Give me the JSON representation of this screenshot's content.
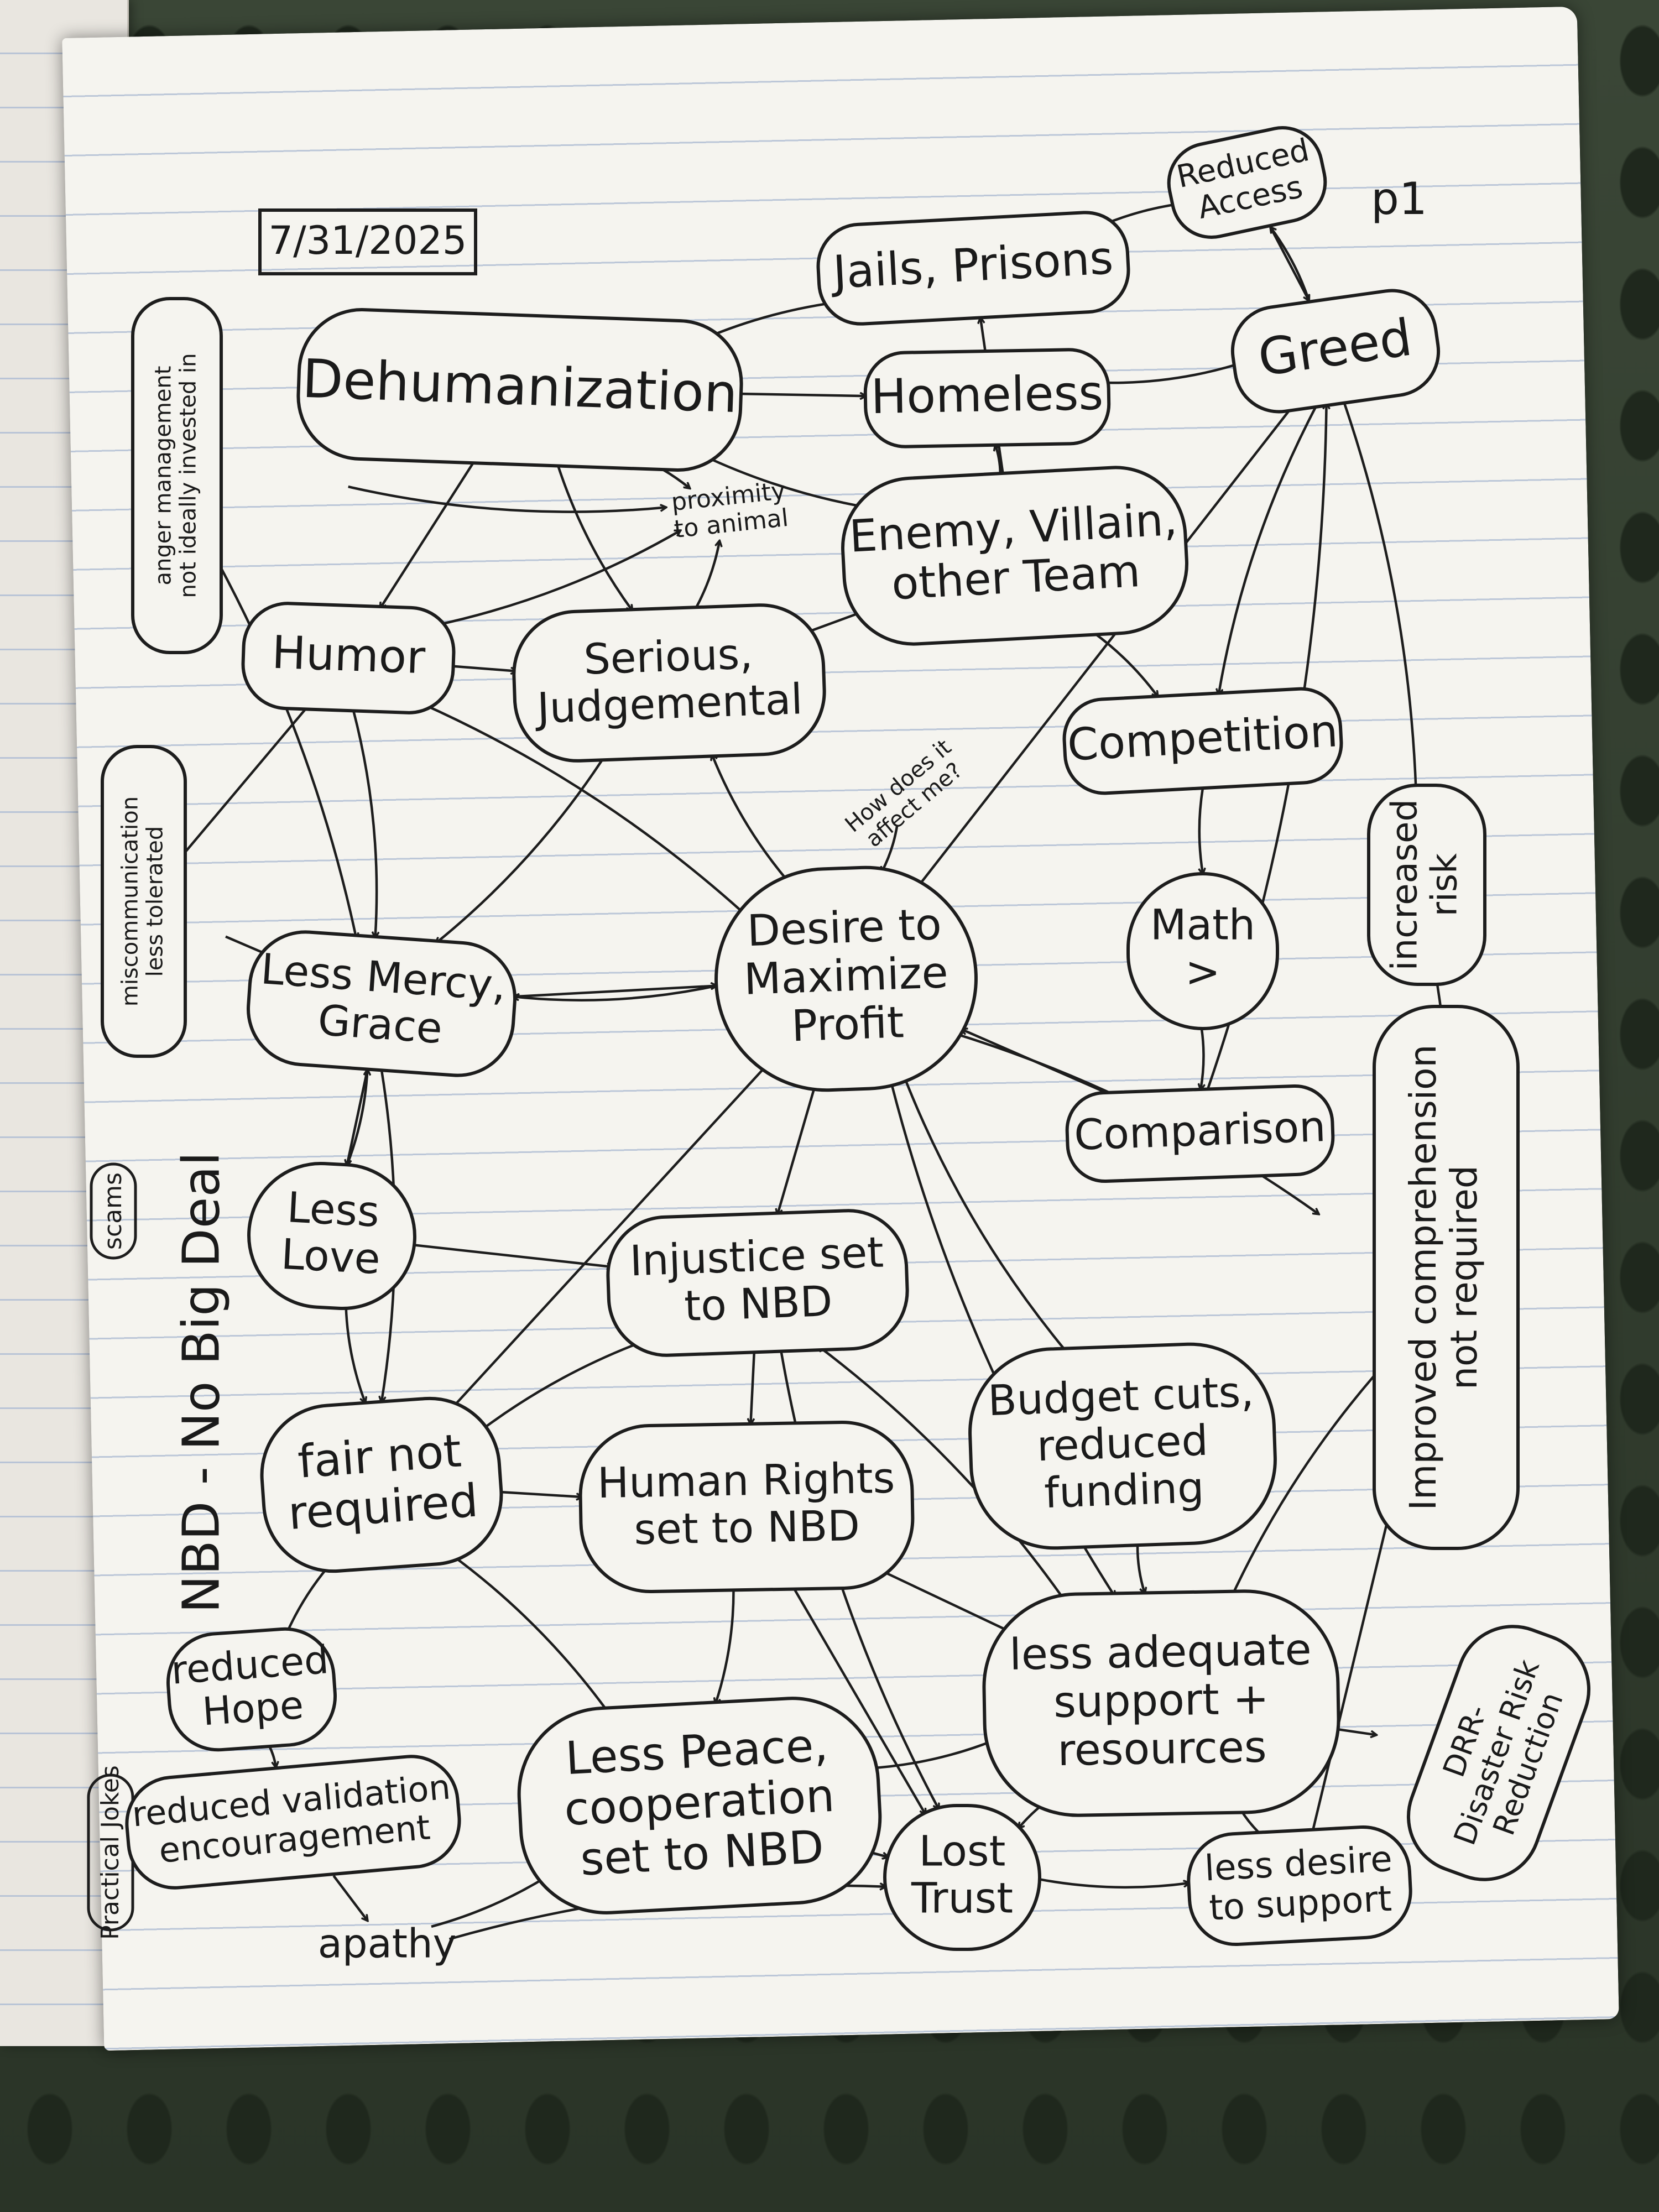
{
  "page": {
    "date": "7/31/2025",
    "page_number": "p1",
    "side_title": "NBD - No Big Deal",
    "side_notes": [
      "Practical Jokes",
      "scams"
    ]
  },
  "nodes": {
    "reduced_access": [
      "Reduced",
      "Access"
    ],
    "jails_prisons": [
      "Jails, Prisons"
    ],
    "greed": [
      "Greed"
    ],
    "dehumanization": [
      "Dehumanization"
    ],
    "homeless": [
      "Homeless"
    ],
    "proximity_to_animal": [
      "proximity",
      "to animal"
    ],
    "enemy_villain": [
      "Enemy, Villain,",
      "other Team"
    ],
    "anger_management": [
      "anger management",
      "not ideally invested in"
    ],
    "humor": [
      "Humor"
    ],
    "serious_judgemental": [
      "Serious,",
      "Judgemental"
    ],
    "how_does_it_affect_me": [
      "How does it",
      "affect me?"
    ],
    "competition": [
      "Competition"
    ],
    "miscommunication": [
      "miscommunication",
      "less tolerated"
    ],
    "increased_risk": [
      "increased",
      "risk"
    ],
    "desire_to_maximize_profit": [
      "Desire to",
      "Maximize",
      "Profit"
    ],
    "math": [
      "Math",
      ">"
    ],
    "less_mercy_grace": [
      "Less Mercy,",
      "Grace"
    ],
    "comparison": [
      "Comparison"
    ],
    "improved_comprehension": [
      "Improved comprehension",
      "not required"
    ],
    "less_love": [
      "Less",
      "Love"
    ],
    "injustice_set_to_nbd": [
      "Injustice set",
      "to NBD"
    ],
    "budget_cuts": [
      "Budget cuts,",
      "reduced",
      "funding"
    ],
    "fair_not_required": [
      "fair not",
      "required"
    ],
    "human_rights_set_to_nbd": [
      "Human Rights",
      "set to NBD"
    ],
    "reduced_hope": [
      "reduced",
      "Hope"
    ],
    "less_adequate_support": [
      "less adequate",
      "support +",
      "resources"
    ],
    "drr": [
      "DRR-",
      "Disaster Risk",
      "Reduction"
    ],
    "reduced_validation": [
      "reduced validation",
      "encouragement"
    ],
    "less_peace": [
      "Less Peace,",
      "cooperation",
      "set to NBD"
    ],
    "apathy": [
      "apathy"
    ],
    "lost_trust": [
      "Lost",
      "Trust"
    ],
    "less_desire_to_support": [
      "less desire",
      "to support"
    ]
  },
  "edges": [
    [
      "dehumanization",
      "jails_prisons"
    ],
    [
      "dehumanization",
      "homeless"
    ],
    [
      "dehumanization",
      "enemy_villain"
    ],
    [
      "dehumanization",
      "proximity_to_animal"
    ],
    [
      "dehumanization",
      "humor"
    ],
    [
      "dehumanization",
      "serious_judgemental"
    ],
    [
      "jails_prisons",
      "reduced_access"
    ],
    [
      "reduced_access",
      "greed"
    ],
    [
      "greed",
      "reduced_access"
    ],
    [
      "greed",
      "homeless"
    ],
    [
      "greed",
      "desire_to_maximize_profit"
    ],
    [
      "greed",
      "competition"
    ],
    [
      "greed",
      "increased_risk"
    ],
    [
      "enemy_villain",
      "jails_prisons"
    ],
    [
      "enemy_villain",
      "homeless"
    ],
    [
      "enemy_villain",
      "competition"
    ],
    [
      "serious_judgemental",
      "enemy_villain"
    ],
    [
      "serious_judgemental",
      "proximity_to_animal"
    ],
    [
      "serious_judgemental",
      "less_mercy_grace"
    ],
    [
      "humor",
      "serious_judgemental"
    ],
    [
      "humor",
      "proximity_to_animal"
    ],
    [
      "humor",
      "less_mercy_grace"
    ],
    [
      "humor",
      "miscommunication"
    ],
    [
      "anger_management",
      "proximity_to_animal"
    ],
    [
      "anger_management",
      "less_mercy_grace"
    ],
    [
      "miscommunication",
      "less_mercy_grace"
    ],
    [
      "competition",
      "math"
    ],
    [
      "math",
      "comparison"
    ],
    [
      "comparison",
      "desire_to_maximize_profit"
    ],
    [
      "comparison",
      "greed"
    ],
    [
      "desire_to_maximize_profit",
      "less_mercy_grace"
    ],
    [
      "less_mercy_grace",
      "desire_to_maximize_profit"
    ],
    [
      "desire_to_maximize_profit",
      "humor"
    ],
    [
      "desire_to_maximize_profit",
      "serious_judgemental"
    ],
    [
      "desire_to_maximize_profit",
      "injustice_set_to_nbd"
    ],
    [
      "desire_to_maximize_profit",
      "budget_cuts"
    ],
    [
      "desire_to_maximize_profit",
      "improved_comprehension"
    ],
    [
      "desire_to_maximize_profit",
      "fair_not_required"
    ],
    [
      "desire_to_maximize_profit",
      "less_adequate_support"
    ],
    [
      "how_does_it_affect_me",
      "desire_to_maximize_profit"
    ],
    [
      "less_mercy_grace",
      "less_love"
    ],
    [
      "less_love",
      "less_mercy_grace"
    ],
    [
      "less_mercy_grace",
      "fair_not_required"
    ],
    [
      "less_love",
      "injustice_set_to_nbd"
    ],
    [
      "less_love",
      "fair_not_required"
    ],
    [
      "fair_not_required",
      "injustice_set_to_nbd"
    ],
    [
      "fair_not_required",
      "human_rights_set_to_nbd"
    ],
    [
      "fair_not_required",
      "reduced_hope"
    ],
    [
      "fair_not_required",
      "less_peace"
    ],
    [
      "injustice_set_to_nbd",
      "human_rights_set_to_nbd"
    ],
    [
      "injustice_set_to_nbd",
      "lost_trust"
    ],
    [
      "human_rights_set_to_nbd",
      "less_peace"
    ],
    [
      "human_rights_set_to_nbd",
      "lost_trust"
    ],
    [
      "budget_cuts",
      "less_adequate_support"
    ],
    [
      "less_adequate_support",
      "less_peace"
    ],
    [
      "less_adequate_support",
      "human_rights_set_to_nbd"
    ],
    [
      "less_adequate_support",
      "injustice_set_to_nbd"
    ],
    [
      "less_adequate_support",
      "improved_comprehension"
    ],
    [
      "less_adequate_support",
      "drr"
    ],
    [
      "less_adequate_support",
      "lost_trust"
    ],
    [
      "reduced_hope",
      "reduced_validation"
    ],
    [
      "reduced_validation",
      "apathy"
    ],
    [
      "apathy",
      "less_peace"
    ],
    [
      "apathy",
      "lost_trust"
    ],
    [
      "less_peace",
      "lost_trust"
    ],
    [
      "lost_trust",
      "less_desire_to_support"
    ],
    [
      "less_desire_to_support",
      "less_adequate_support"
    ],
    [
      "less_desire_to_support",
      "improved_comprehension"
    ],
    [
      "improved_comprehension",
      "increased_risk"
    ]
  ]
}
